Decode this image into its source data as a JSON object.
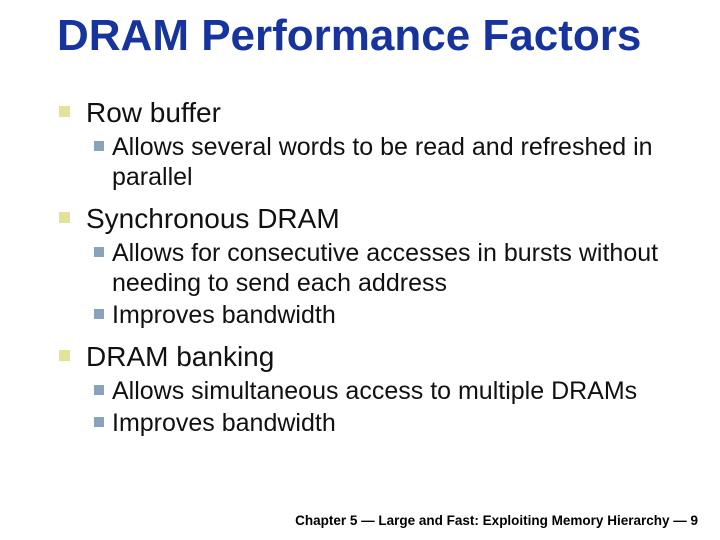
{
  "slide": {
    "title": "DRAM Performance Factors",
    "topics": [
      {
        "heading": "Row buffer",
        "subs": [
          "Allows several words to be read and refreshed in\nparallel"
        ]
      },
      {
        "heading": "Synchronous DRAM",
        "subs": [
          "Allows for consecutive accesses in bursts without\nneeding to send each address",
          "Improves bandwidth"
        ]
      },
      {
        "heading": "DRAM banking",
        "subs": [
          "Allows simultaneous access to multiple DRAMs",
          "Improves bandwidth"
        ]
      }
    ],
    "footer": "Chapter 5 — Large and Fast: Exploiting Memory Hierarchy — 9",
    "colors": {
      "title_text": "#16339e",
      "body_text": "#111111",
      "level1_bullet": "#e3e397",
      "level2_bullet": "#8aa3bd",
      "background": "#ffffff"
    }
  }
}
